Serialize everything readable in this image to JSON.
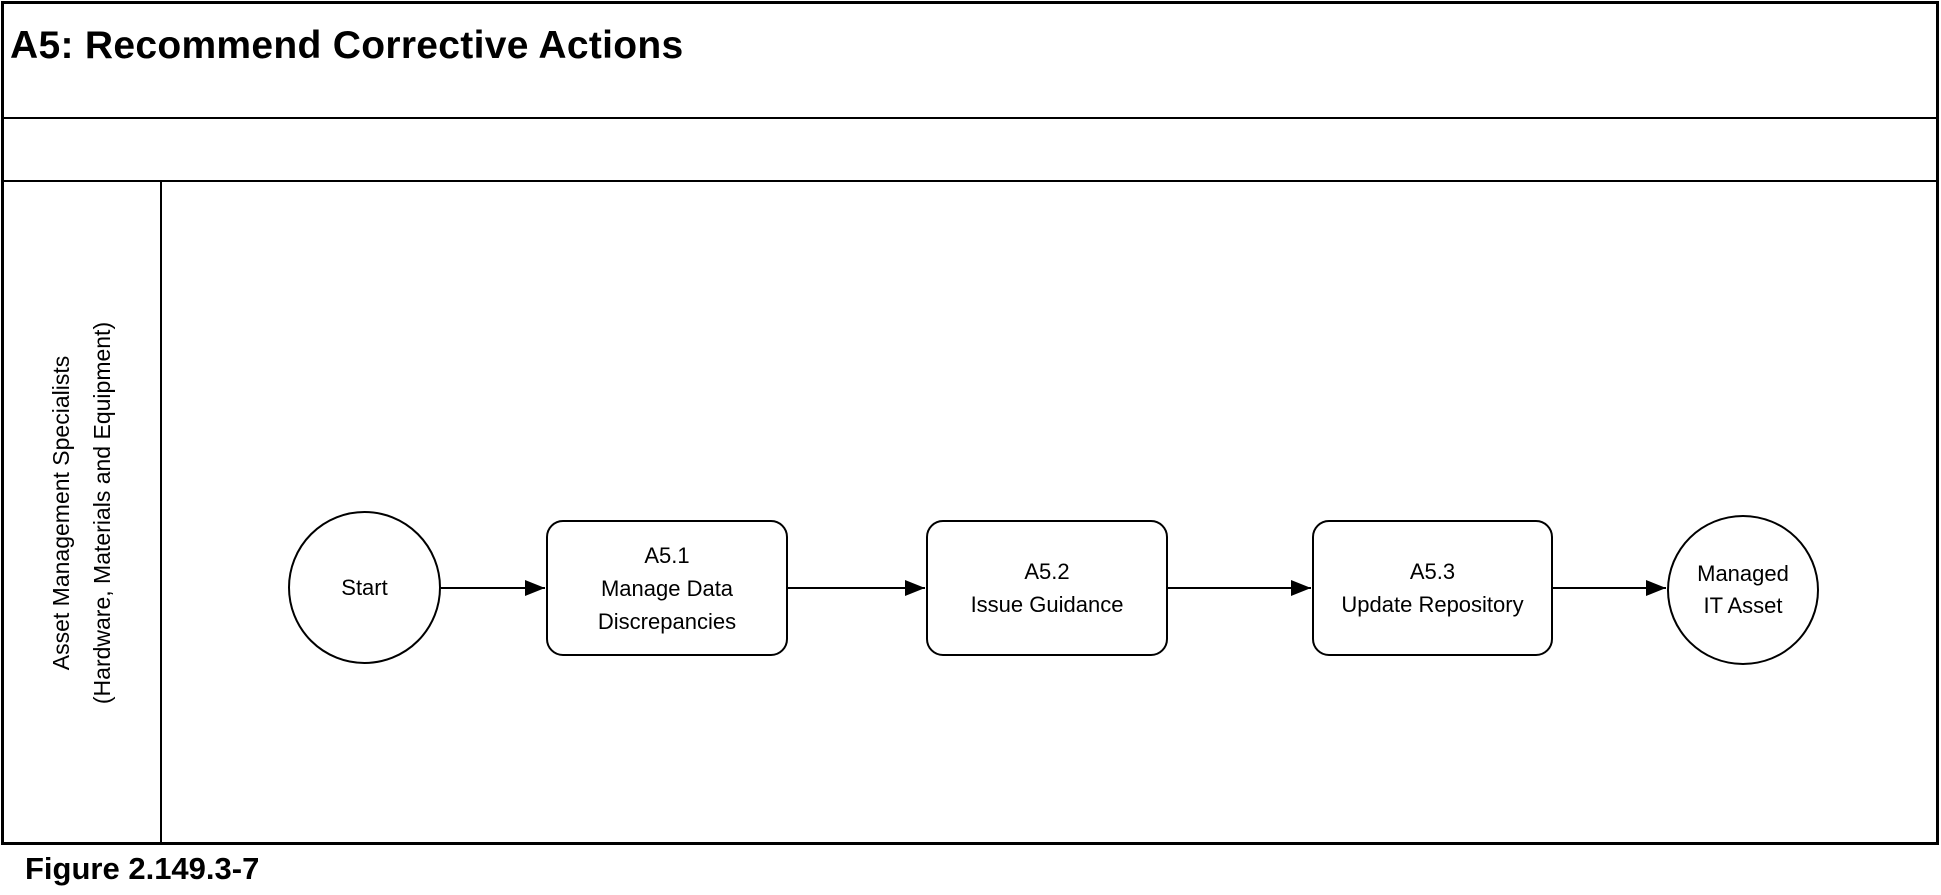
{
  "title": "A5: Recommend Corrective Actions",
  "figure_caption": "Figure 2.149.3-7",
  "swimlane": {
    "role_line1": "Asset Management Specialists",
    "role_line2": "(Hardware, Materials and Equipment)"
  },
  "flow": {
    "start_label": "Start",
    "steps": [
      {
        "lines": [
          "A5.1",
          "Manage Data",
          "Discrepancies"
        ]
      },
      {
        "lines": [
          "A5.2",
          "Issue Guidance"
        ]
      },
      {
        "lines": [
          "A5.3",
          "Update Repository"
        ]
      }
    ],
    "end_lines": [
      "Managed",
      "IT Asset"
    ]
  },
  "colors": {
    "stroke": "#000000",
    "background": "#ffffff",
    "text": "#000000"
  }
}
